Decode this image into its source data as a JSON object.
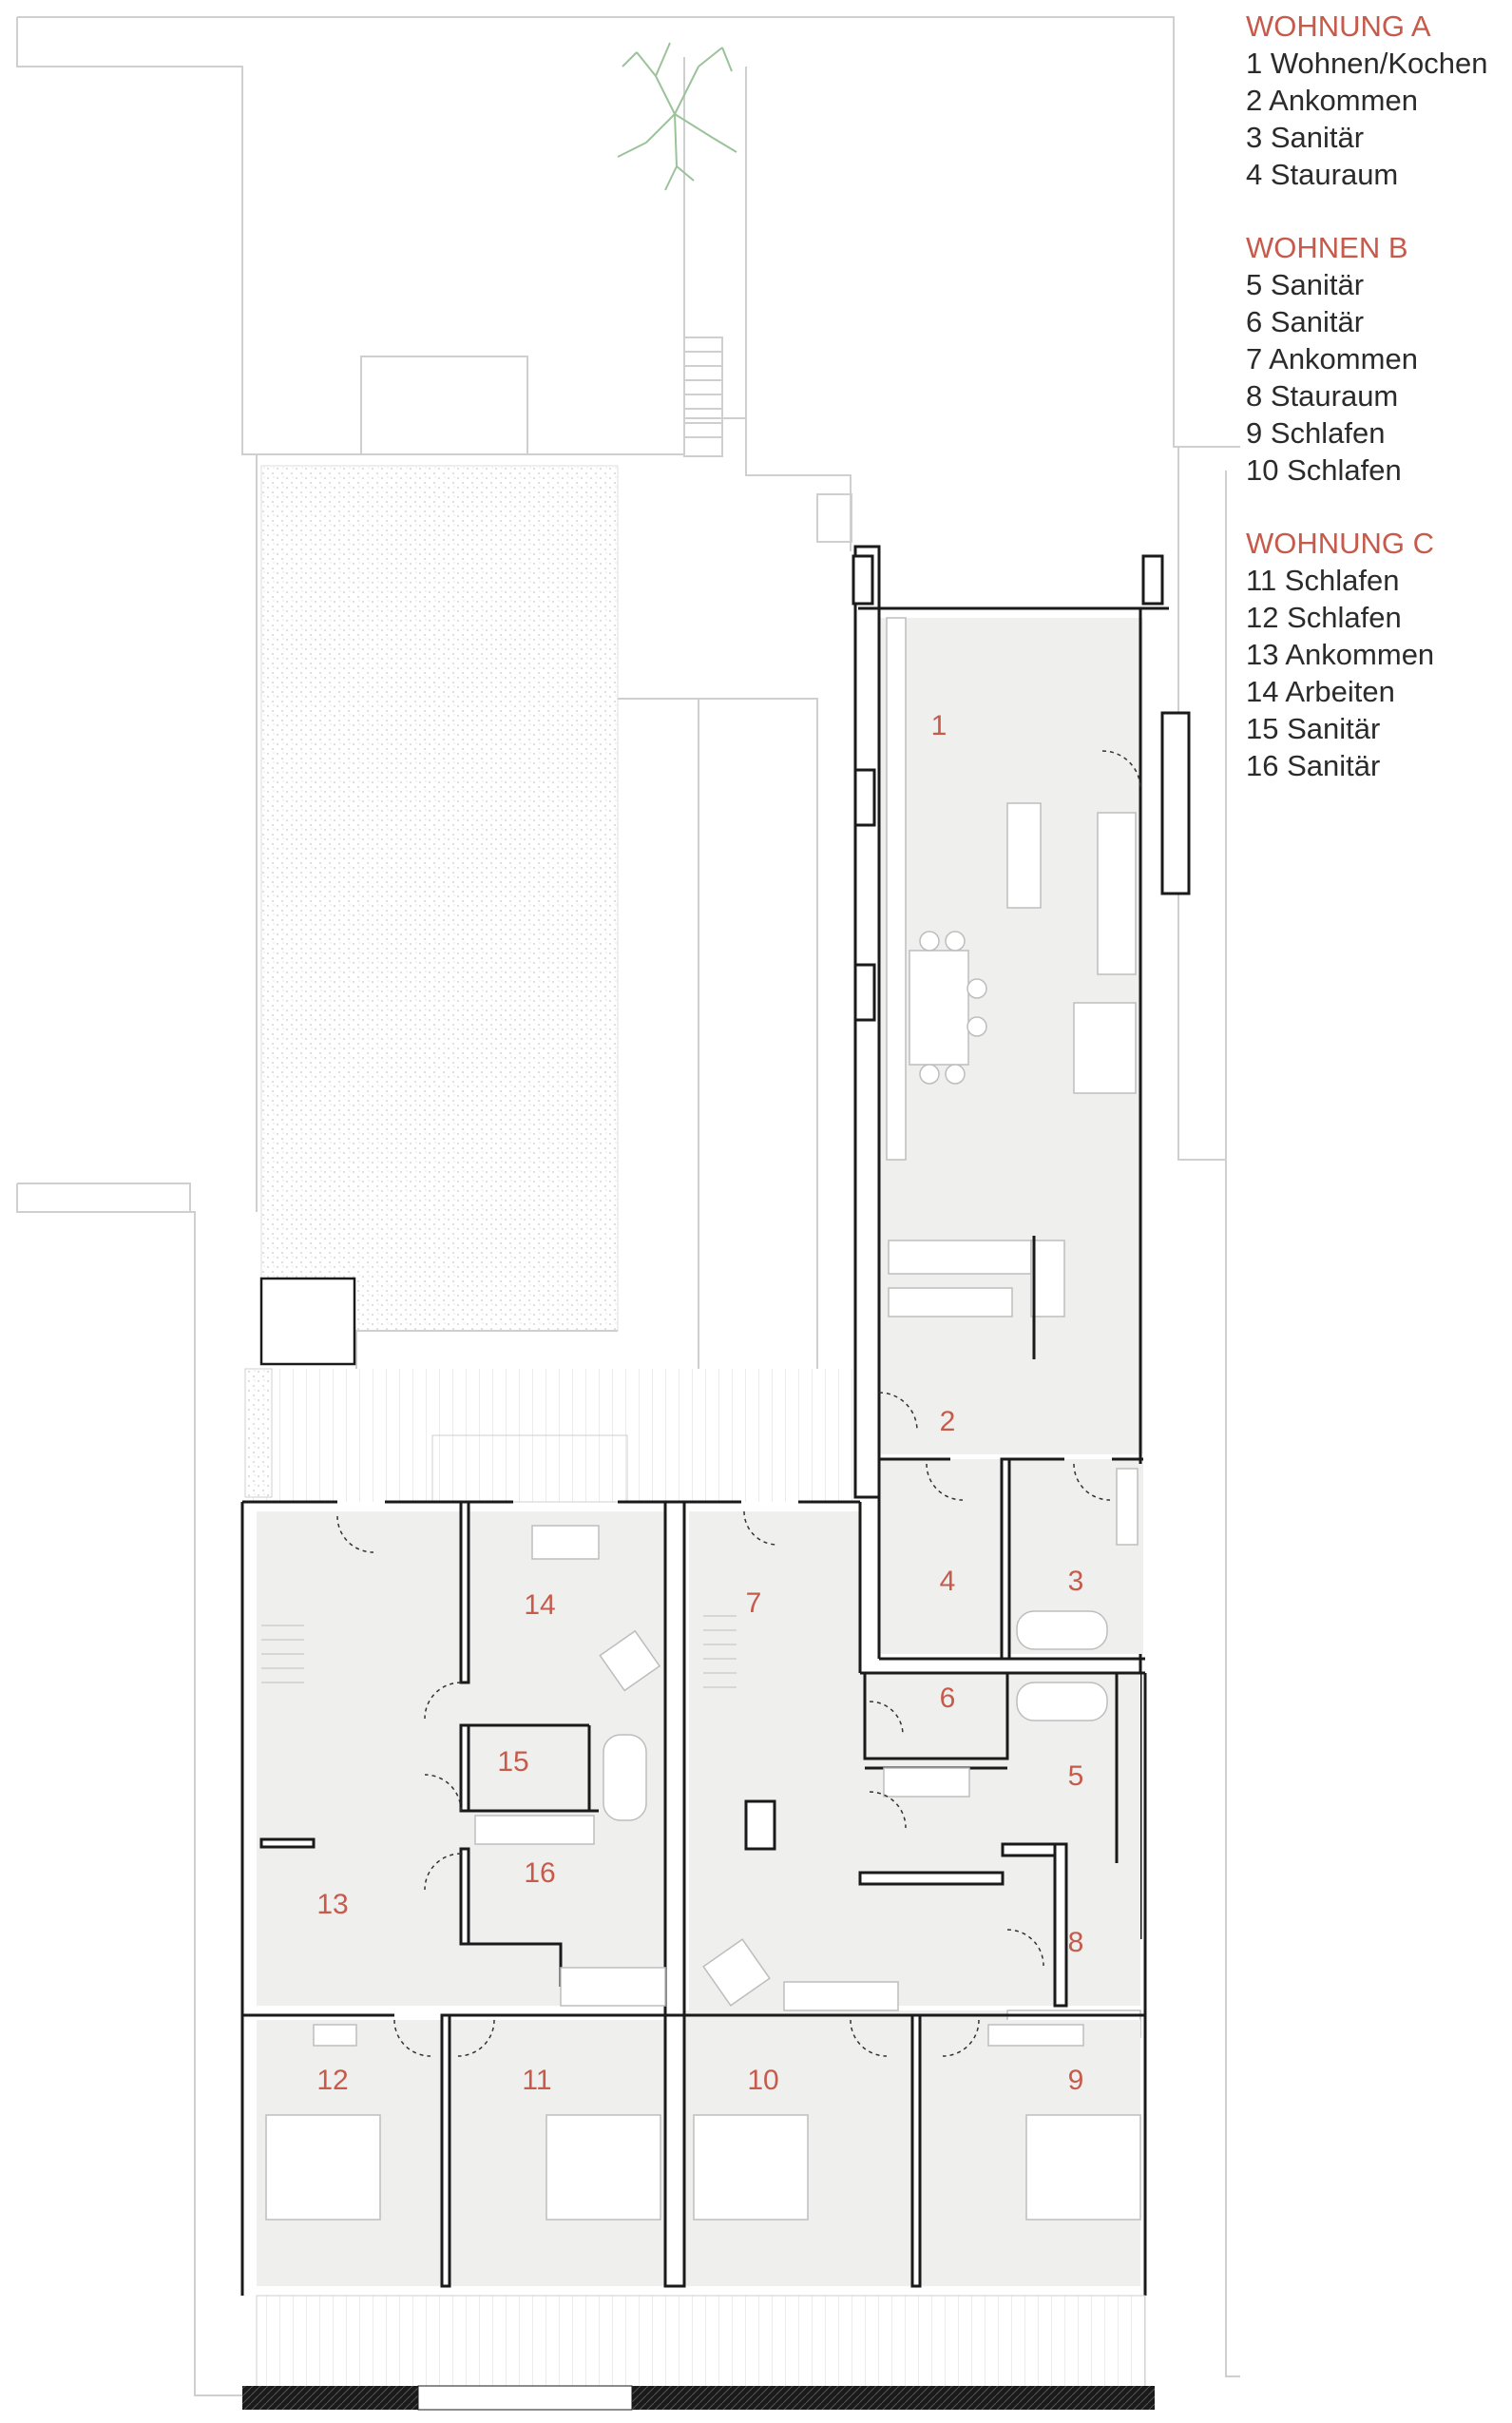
{
  "legend": {
    "groups": [
      {
        "heading": "WOHNUNG A",
        "items": [
          "1 Wohnen/Kochen",
          "2 Ankommen",
          "3 Sanitär",
          "4 Stauraum"
        ]
      },
      {
        "heading": "WOHNEN B",
        "items": [
          "5 Sanitär",
          "6 Sanitär",
          "7 Ankommen",
          "8 Stauraum",
          "9 Schlafen",
          "10 Schlafen"
        ]
      },
      {
        "heading": "WOHNUNG C",
        "items": [
          "11 Schlafen",
          "12 Schlafen",
          "13 Ankommen",
          "14 Arbeiten",
          "15 Sanitär",
          "16 Sanitär"
        ]
      }
    ]
  },
  "rooms": {
    "r1": "1",
    "r2": "2",
    "r3": "3",
    "r4": "4",
    "r5": "5",
    "r6": "6",
    "r7": "7",
    "r8": "8",
    "r9": "9",
    "r10": "10",
    "r11": "11",
    "r12": "12",
    "r13": "13",
    "r14": "14",
    "r15": "15",
    "r16": "16"
  },
  "colors": {
    "accent": "#c65a4b",
    "wall": "#1a1a1a",
    "floor": "#efefee",
    "outline": "#cfcfcf"
  }
}
